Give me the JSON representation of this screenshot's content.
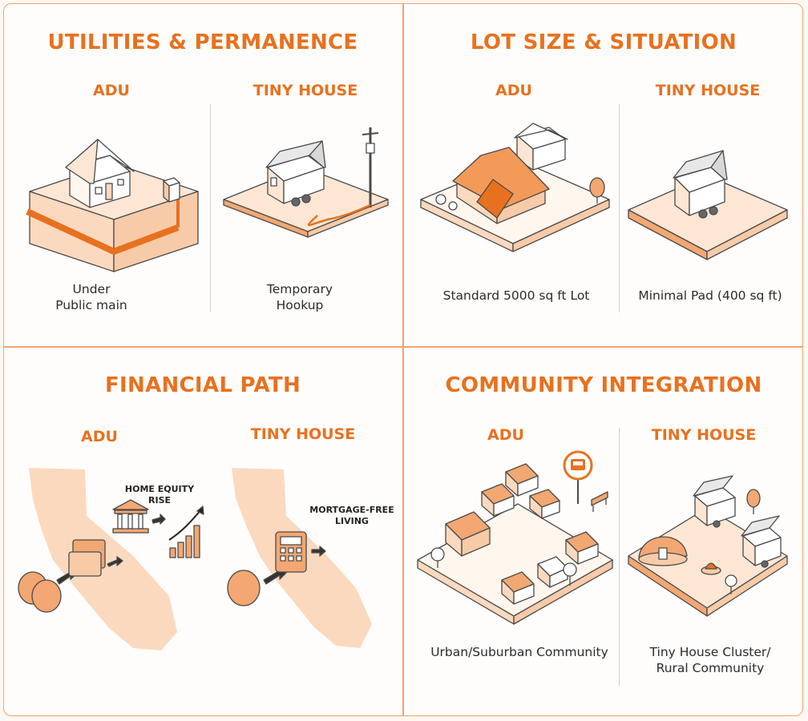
{
  "colors": {
    "accent": "#e8711f",
    "fill_light": "#fbd9bf",
    "fill_mid": "#f3a772",
    "line": "#4a4a4a",
    "border": "#f1a56c"
  },
  "quadrants": [
    {
      "title": "UTILITIES & PERMANENCE",
      "left": {
        "label": "ADU",
        "caption_lines": [
          "Under",
          "Public main"
        ]
      },
      "right": {
        "label": "TINY HOUSE",
        "caption_lines": [
          "Temporary",
          "Hookup"
        ]
      }
    },
    {
      "title": "LOT SIZE & SITUATION",
      "left": {
        "label": "ADU",
        "caption_lines": [
          "Standard 5000 sq ft Lot"
        ]
      },
      "right": {
        "label": "TINY HOUSE",
        "caption_lines": [
          "Minimal Pad (400 sq ft)"
        ]
      }
    },
    {
      "title": "FINANCIAL PATH",
      "left": {
        "label": "ADU",
        "annotation_lines": [
          "HOME EQUITY",
          "RISE"
        ]
      },
      "right": {
        "label": "TINY HOUSE",
        "annotation_lines": [
          "MORTGAGE-FREE",
          "LIVING"
        ]
      }
    },
    {
      "title": "COMMUNITY INTEGRATION",
      "left": {
        "label": "ADU",
        "caption_lines": [
          "Urban/Suburban Community"
        ]
      },
      "right": {
        "label": "TINY HOUSE",
        "caption_lines": [
          "Tiny House Cluster/",
          "Rural Community"
        ]
      }
    }
  ],
  "icons": [
    "house-icon",
    "utility-pipe-icon",
    "electric-meter-icon",
    "tiny-house-icon",
    "power-pole-icon",
    "extension-cord-icon",
    "tree-icon",
    "california-map-icon",
    "money-bag-icon",
    "cash-stack-icon",
    "bank-icon",
    "growth-chart-icon",
    "calculator-icon",
    "bus-stop-icon",
    "bench-icon",
    "dome-icon",
    "fire-pit-icon"
  ]
}
